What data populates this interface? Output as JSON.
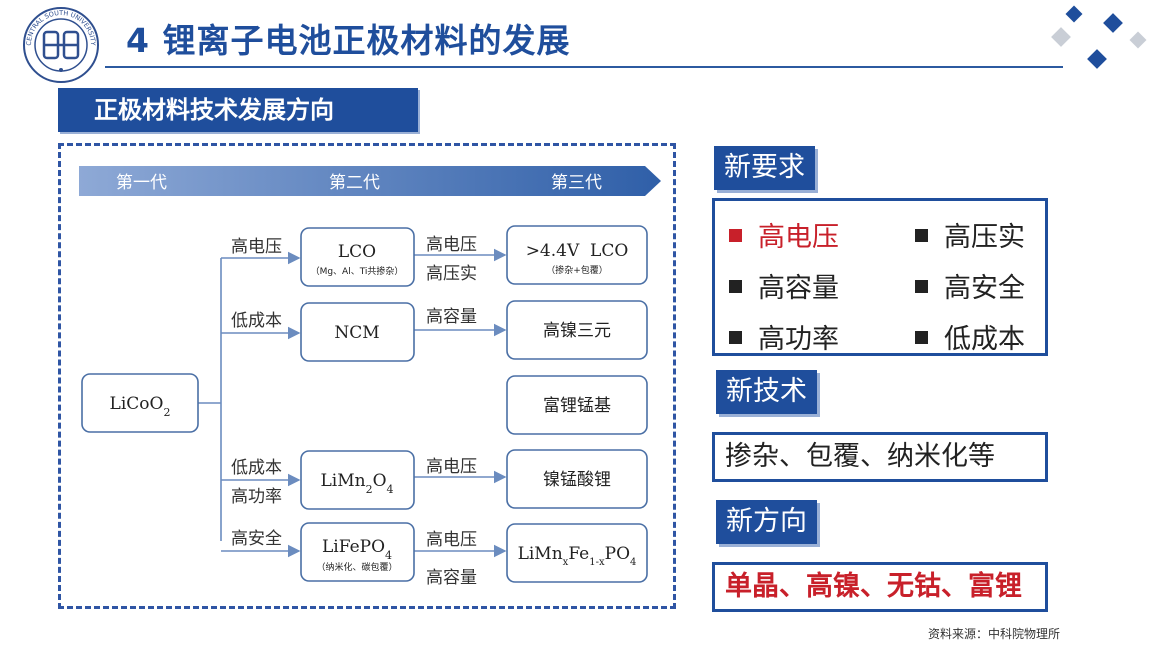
{
  "header": {
    "title": "4 锂离子电池正极材料的发展",
    "logo_text": "CENTRAL SOUTH UNIVERSITY"
  },
  "section_title": "正极材料技术发展方向",
  "diagram": {
    "generations": [
      "第一代",
      "第二代",
      "第三代"
    ],
    "root": "LiCoO2",
    "branches": [
      {
        "edge1": [
          "高电压"
        ],
        "gen2_main": "LCO",
        "gen2_sub": "（Mg、Al、Ti共掺杂）",
        "edge2": [
          "高电压",
          "高压实"
        ],
        "gen3_main": ">4.4V  LCO",
        "gen3_sub": "（掺杂+包覆）"
      },
      {
        "edge1": [
          "低成本"
        ],
        "gen2_main": "NCM",
        "gen2_sub": "",
        "edge2": [
          "高容量"
        ],
        "gen3_main": "高镍三元",
        "gen3_sub": ""
      },
      {
        "edge1": [],
        "gen2_main": "",
        "gen2_sub": "",
        "edge2": [],
        "gen3_main": "富锂锰基",
        "gen3_sub": ""
      },
      {
        "edge1": [
          "低成本",
          "高功率"
        ],
        "gen2_main": "LiMn2O4",
        "gen2_sub": "",
        "edge2": [
          "高电压"
        ],
        "gen3_main": "镍锰酸锂",
        "gen3_sub": ""
      },
      {
        "edge1": [
          "高安全"
        ],
        "gen2_main": "LiFePO4",
        "gen2_sub": "（纳米化、碳包覆）",
        "edge2": [
          "高电压",
          "高容量"
        ],
        "gen3_main": "LiMnxFe1-xPO4",
        "gen3_sub": ""
      }
    ]
  },
  "requirements": {
    "heading": "新要求",
    "items": [
      {
        "text": "高电压",
        "highlight": true
      },
      {
        "text": "高压实",
        "highlight": false
      },
      {
        "text": "高容量",
        "highlight": false
      },
      {
        "text": "高安全",
        "highlight": false
      },
      {
        "text": "高功率",
        "highlight": false
      },
      {
        "text": "低成本",
        "highlight": false
      }
    ]
  },
  "technology": {
    "heading": "新技术",
    "text": "掺杂、包覆、纳米化等"
  },
  "direction": {
    "heading": "新方向",
    "text": "单晶、高镍、无钴、富锂"
  },
  "source": "资料来源：中科院物理所",
  "colors": {
    "primary": "#1f4e9c",
    "highlight": "#c8202a",
    "light_accent": "#9ab0d6"
  }
}
